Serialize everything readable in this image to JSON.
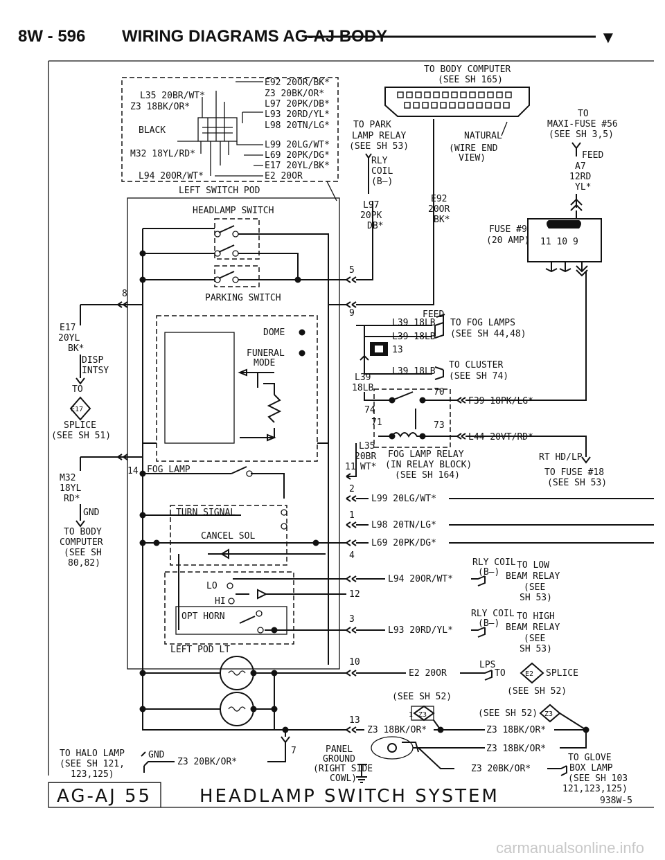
{
  "header": {
    "page_code": "8W - 596",
    "title": "WIRING DIAGRAMS AG-AJ BODY",
    "marker": "▼"
  },
  "footer": {
    "page_ref": "AG-AJ 55",
    "system_title": "HEADLAMP SWITCH SYSTEM",
    "drawing_no": "938W-5"
  },
  "watermark": "carmanualsonline.info",
  "left_pod": {
    "wires": [
      "E92 20OR/BK*",
      "L35 20BR/WT*",
      "Z3 18BK/OR*",
      "Z3 20BK/OR*",
      "L97 20PK/DB*",
      "L93 20RD/YL*",
      "BLACK",
      "L98 20TN/LG*",
      "L99 20LG/WT*",
      "M32 18YL/RD*",
      "L69 20PK/DG*",
      "E17 20YL/BK*",
      "L94 20OR/WT*",
      "E2 20OR"
    ],
    "label": "LEFT SWITCH POD"
  },
  "body_computer": {
    "l1": "TO BODY COMPUTER",
    "l2": "(SEE SH 165)",
    "natural": "NATURAL",
    "wire_end_1": "(WIRE END",
    "wire_end_2": "VIEW)"
  },
  "park_lamp": {
    "l1": "TO PARK",
    "l2": "LAMP RELAY",
    "l3": "(SEE SH 53)",
    "rly": "RLY",
    "coil": "COIL",
    "b": "(B—)"
  },
  "wire_l97": {
    "l1": "L97",
    "l2": "20PK",
    "l3": "DB*"
  },
  "wire_e92": {
    "l1": "E92",
    "l2": "20OR",
    "l3": "BK*"
  },
  "maxi_fuse": {
    "l1": "TO",
    "l2": "MAXI-FUSE #56",
    "l3": "(SEE SH 3,5)",
    "feed": "FEED",
    "l5": "A7",
    "l6": "12RD",
    "l7": "YL*"
  },
  "fuse9": {
    "l1": "FUSE #9",
    "l2": "(20 AMP)",
    "pins": "11  10  9"
  },
  "headlamp_switch": "HEADLAMP SWITCH",
  "parking_switch": "PARKING SWITCH",
  "dome": "DOME",
  "funeral": {
    "l1": "FUNERAL",
    "l2": "MODE"
  },
  "fog_lamp": "FOG LAMP",
  "turn_signal": "TURN SIGNAL",
  "cancel_sol": "CANCEL SOL",
  "lo": "LO",
  "hi": "HI",
  "opt_horn": "OPT HORN",
  "left_pod_lt": "LEFT POD LT",
  "e17": {
    "l1": "E17",
    "l2": "20YL",
    "l3": "BK*",
    "disp": "DISP",
    "intsy": "INTSY",
    "to": "TO",
    "splice": "SPLICE",
    "see": "(SEE SH 51)",
    "tag": "E17"
  },
  "m32": {
    "l1": "M32",
    "l2": "18YL",
    "l3": "RD*",
    "gnd": "GND",
    "t1": "TO BODY",
    "t2": "COMPUTER",
    "t3": "(SEE SH",
    "t4": "80,82)"
  },
  "pins": {
    "p8": "8",
    "p14": "14",
    "p5": "5",
    "p9": "9",
    "p2": "2",
    "p1": "1",
    "p4": "4",
    "p12": "12",
    "p3": "3",
    "p10": "10",
    "p13": "13",
    "p7": "7",
    "p11": "11",
    "p13r": "13",
    "p70": "70",
    "p74": "74",
    "p71": "71",
    "p73": "73"
  },
  "fog_feed": {
    "feed": "FEED",
    "w1": "L39 18LB",
    "w2": "L39 18LB",
    "t1": "TO FOG LAMPS",
    "t2": "(SEE SH 44,48)"
  },
  "cluster": {
    "w": "L39 18LB",
    "t1": "TO CLUSTER",
    "t2": "(SEE SH 74)"
  },
  "l39_vert": {
    "l1": "L39",
    "l2": "18LB"
  },
  "f39": "F39 18PK/LG*",
  "l44": "L44 20VT/RD*",
  "l35_vert": {
    "l1": "L35",
    "l2": "20BR",
    "l3": "WT*"
  },
  "fog_relay": {
    "l1": "FOG LAMP RELAY",
    "l2": "(IN RELAY BLOCK)",
    "l3": "(SEE SH 164)"
  },
  "rt_hd": {
    "l1": "RT HD/LP",
    "l2": "TO FUSE #18",
    "l3": "(SEE SH 53)"
  },
  "right_wires": {
    "l99": "L99 20LG/WT*",
    "l98": "L98 20TN/LG*",
    "l69": "L69 20PK/DG*",
    "l94": "L94 20OR/WT*",
    "l93": "L93 20RD/YL*",
    "e2": "E2 20OR"
  },
  "low_beam": {
    "c1": "RLY COIL",
    "c2": "(B—)",
    "t1": "TO LOW",
    "t2": "BEAM RELAY",
    "t3": "(SEE",
    "t4": "SH 53)"
  },
  "high_beam": {
    "c1": "RLY COIL",
    "c2": "(B—)",
    "t1": "TO HIGH",
    "t2": "BEAM RELAY",
    "t3": "(SEE",
    "t4": "SH 53)"
  },
  "lps": {
    "lps": "LPS",
    "to": "TO",
    "tag": "E2",
    "splice": "SPLICE",
    "see": "(SEE SH 52)"
  },
  "see52_left": "(SEE SH 52)",
  "see52_right": "(SEE SH 52)",
  "z3": {
    "tag": "Z3",
    "w1": "Z3 18BK/OR*",
    "w2": "Z3 18BK/OR*",
    "w3": "Z3 18BK/OR*",
    "w4": "Z3 20BK/OR*",
    "w5": "Z3 20BK/OR*",
    "pin1": "1"
  },
  "panel_ground": {
    "l1": "PANEL",
    "l2": "GROUND",
    "l3": "(RIGHT SIDE",
    "l4": "COWL)"
  },
  "halo": {
    "l1": "TO HALO LAMP",
    "l2": "(SEE SH 121,",
    "l3": "123,125)",
    "gnd": "GND"
  },
  "glove": {
    "l1": "TO GLOVE",
    "l2": "BOX LAMP",
    "l3": "(SEE SH 103",
    "l4": "121,123,125)"
  }
}
